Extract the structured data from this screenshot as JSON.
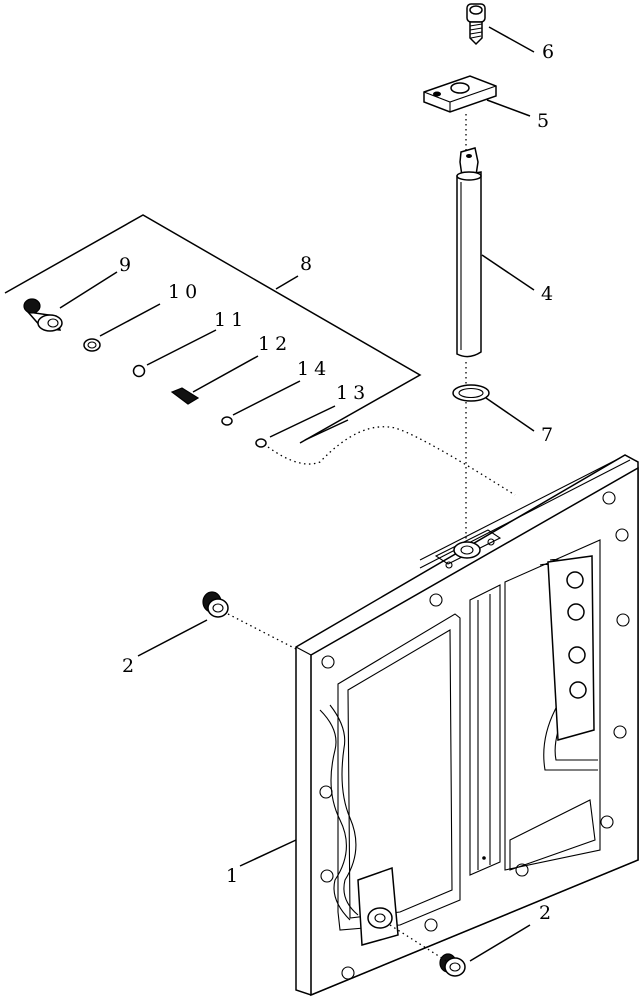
{
  "callouts": {
    "c1": "1",
    "c2_top": "2",
    "c2_bottom": "2",
    "c4": "4",
    "c5": "5",
    "c6": "6",
    "c7": "7",
    "c8": "8",
    "c9": "9",
    "c10": "10",
    "c11": "11",
    "c12": "12",
    "c13": "13",
    "c14": "14"
  }
}
